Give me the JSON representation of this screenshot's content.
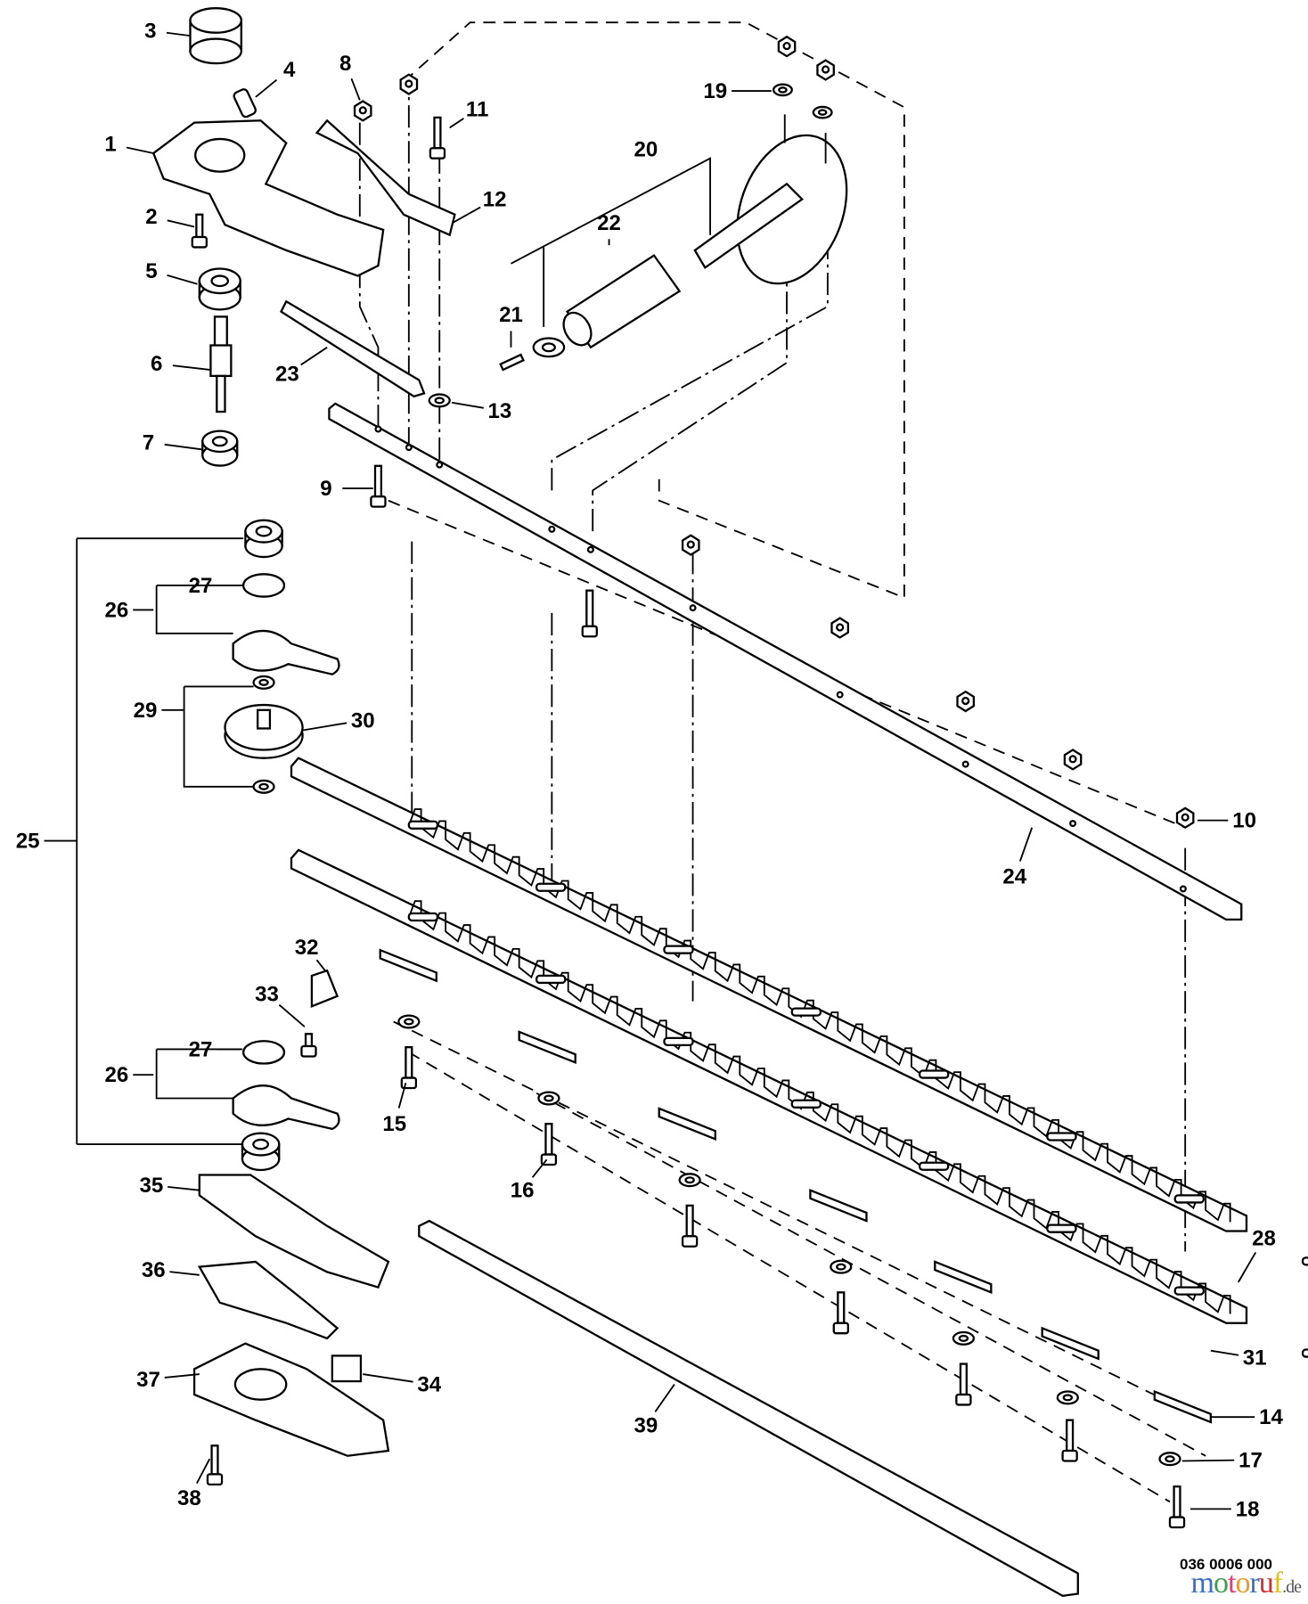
{
  "diagram": {
    "callouts": [
      "1",
      "2",
      "3",
      "4",
      "5",
      "6",
      "7",
      "8",
      "9",
      "10",
      "11",
      "12",
      "13",
      "14",
      "15",
      "16",
      "17",
      "18",
      "19",
      "20",
      "21",
      "22",
      "23",
      "24",
      "25",
      "26",
      "26",
      "27",
      "27",
      "28",
      "29",
      "30",
      "31",
      "32",
      "33",
      "34",
      "35",
      "36",
      "37",
      "38",
      "39"
    ],
    "document_number": "036 0006 000",
    "watermark": {
      "text": "motoruf",
      "suffix": ".de",
      "colors": [
        "#3b6fc4",
        "#3aa04a",
        "#e0407a",
        "#e89a2a",
        "#3b6fc4",
        "#d03030",
        "#e0c020"
      ]
    }
  }
}
